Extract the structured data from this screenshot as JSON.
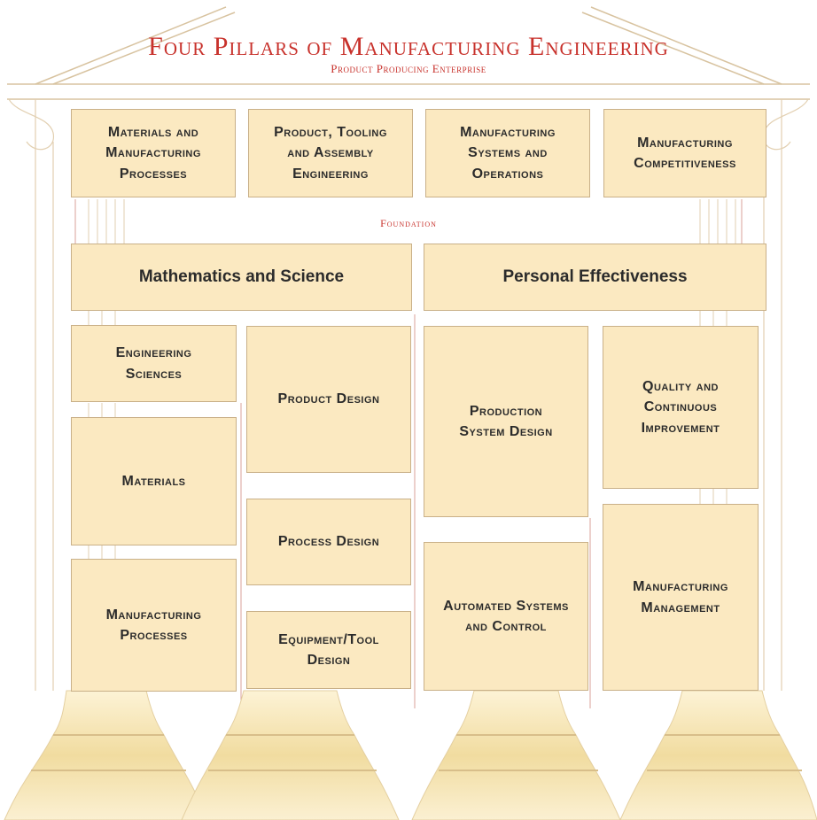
{
  "title": "Four Pillars of Manufacturing Engineering",
  "subtitle": "Product Producing Enterprise",
  "foundation_label": "Foundation",
  "pillars": [
    "Materials and\nManufacturing\nProcesses",
    "Product, Tooling\nand Assembly\nEngineering",
    "Manufacturing\nSystems and\nOperations",
    "Manufacturing\nCompetitiveness"
  ],
  "foundation": [
    "Mathematics and Science",
    "Personal Effectiveness"
  ],
  "columns": {
    "col1": [
      "Engineering\nSciences",
      "Materials",
      "Manufacturing\nProcesses"
    ],
    "col2": [
      "Product Design",
      "Process Design",
      "Equipment/Tool\nDesign"
    ],
    "col3": [
      "Production\nSystem Design",
      "Automated Systems\nand Control"
    ],
    "col4": [
      "Quality and\nContinuous\nImprovement",
      "Manufacturing\nManagement"
    ]
  },
  "colors": {
    "box_fill": "#fbe9c1",
    "box_border": "#c9b088",
    "title_red": "#c8322c",
    "line_red": "#d9a29a"
  }
}
